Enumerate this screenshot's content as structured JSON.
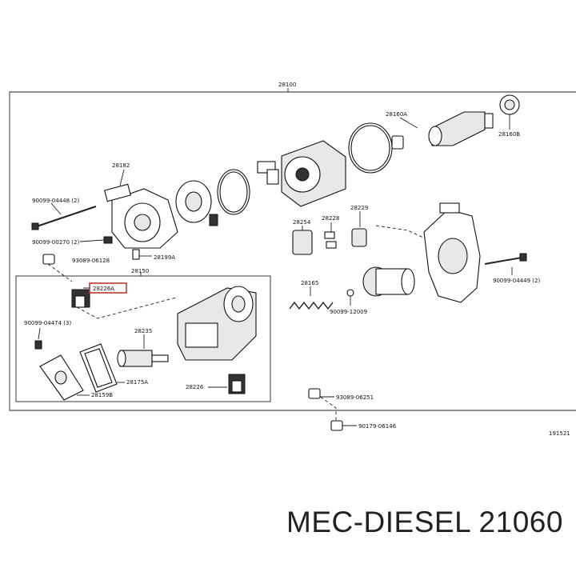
{
  "diagram": {
    "assembly_number": "28100",
    "sub_assembly_number": "28150",
    "drawing_code": "191521",
    "parts": {
      "p28160A": "28160A",
      "p28160B": "28160B",
      "p28182": "28182",
      "p90099_04448": "90099-04448 (2)",
      "p90099_00270": "90099-00270 (2)",
      "p28199A": "28199A",
      "p93089_06128": "93089-06128",
      "p28226A": "28226A",
      "p28254": "28254",
      "p28228": "28228",
      "p28229": "28229",
      "p28165": "28165",
      "p90099_12009": "90099-12009",
      "p90099_04449": "90099-04449 (2)",
      "p90099_04474": "90099-04474 (3)",
      "p28235": "28235",
      "p28175A": "28175A",
      "p28159B": "28159B",
      "p28226": "28226",
      "p93089_06251": "93089-06251",
      "p90179_06146": "90179-06146"
    }
  },
  "caption": "MEC-DIESEL 21060"
}
